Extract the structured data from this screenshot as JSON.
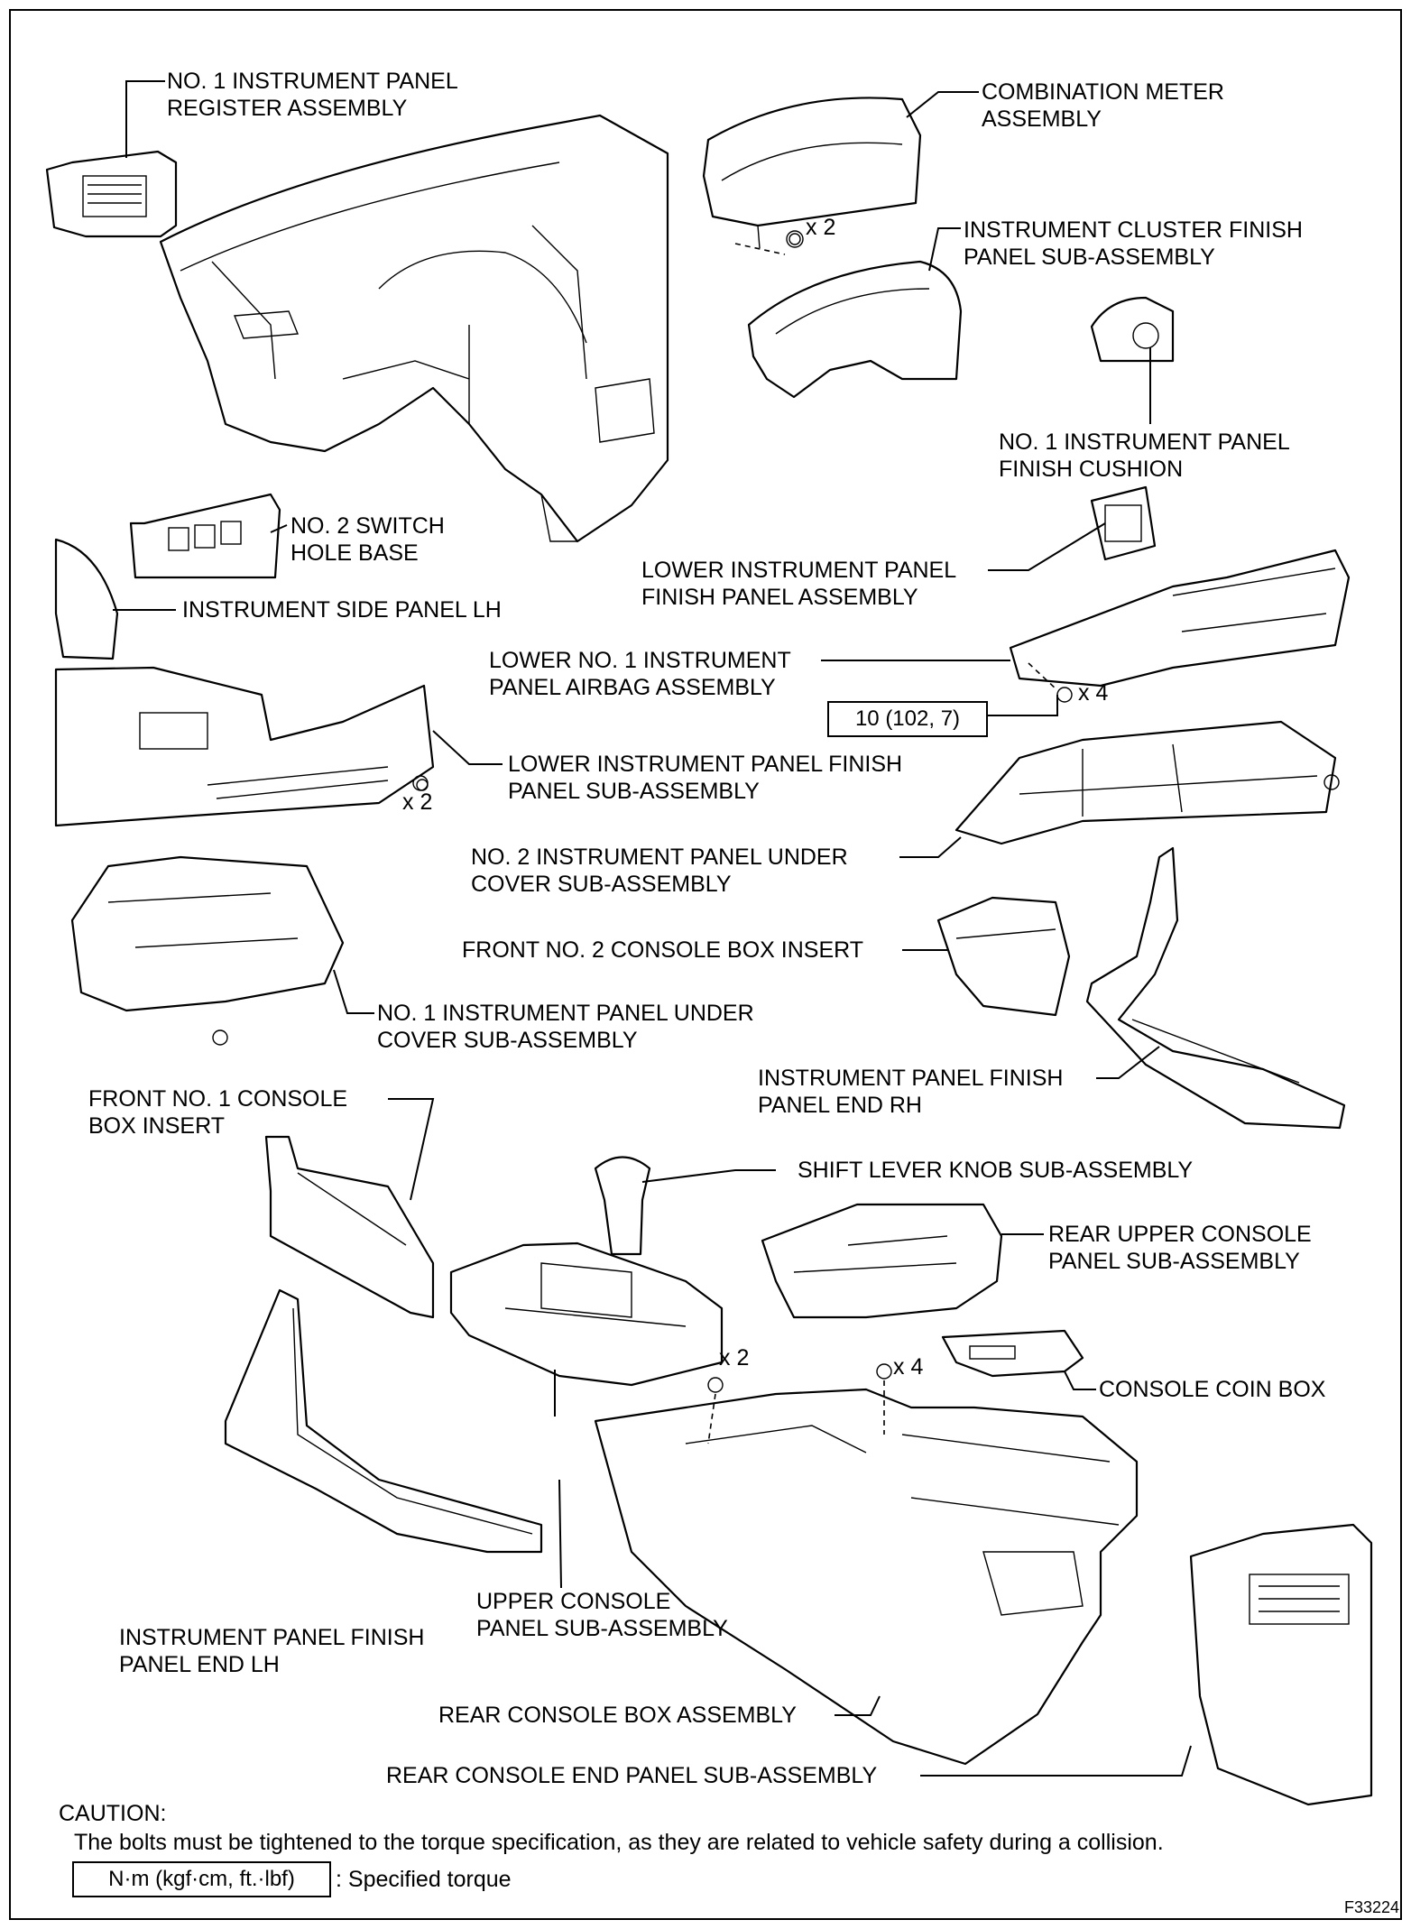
{
  "labels": {
    "register": [
      "NO. 1 INSTRUMENT PANEL",
      "REGISTER ASSEMBLY"
    ],
    "meter": [
      "COMBINATION METER",
      "ASSEMBLY"
    ],
    "cluster_finish": [
      "INSTRUMENT CLUSTER FINISH",
      "PANEL SUB-ASSEMBLY"
    ],
    "finish_cushion": [
      "NO. 1 INSTRUMENT PANEL",
      "FINISH CUSHION"
    ],
    "switch_hole": [
      "NO. 2 SWITCH",
      "HOLE BASE"
    ],
    "lower_finish_panel_assy": [
      "LOWER INSTRUMENT PANEL",
      "FINISH PANEL ASSEMBLY"
    ],
    "side_panel_lh": [
      "INSTRUMENT SIDE PANEL LH"
    ],
    "knee_airbag": [
      "LOWER NO. 1 INSTRUMENT",
      "PANEL AIRBAG ASSEMBLY"
    ],
    "lower_finish_panel_sub": [
      "LOWER INSTRUMENT PANEL FINISH",
      "PANEL SUB-ASSEMBLY"
    ],
    "no2_under_cover": [
      "NO. 2 INSTRUMENT PANEL UNDER",
      "COVER SUB-ASSEMBLY"
    ],
    "front_no2_insert": [
      "FRONT NO. 2 CONSOLE BOX INSERT"
    ],
    "no1_under_cover": [
      "NO. 1 INSTRUMENT PANEL UNDER",
      "COVER SUB-ASSEMBLY"
    ],
    "finish_end_rh": [
      "INSTRUMENT PANEL FINISH",
      "PANEL END RH"
    ],
    "front_no1_insert": [
      "FRONT NO. 1 CONSOLE",
      "BOX INSERT"
    ],
    "shift_knob": [
      "SHIFT LEVER KNOB SUB-ASSEMBLY"
    ],
    "rear_upper_console": [
      "REAR UPPER CONSOLE",
      "PANEL SUB-ASSEMBLY"
    ],
    "coin_box": [
      "CONSOLE COIN BOX"
    ],
    "upper_console": [
      "UPPER CONSOLE",
      "PANEL SUB-ASSEMBLY"
    ],
    "finish_end_lh": [
      "INSTRUMENT PANEL FINISH",
      "PANEL END LH"
    ],
    "rear_console_box": [
      "REAR CONSOLE BOX ASSEMBLY"
    ],
    "rear_end_panel": [
      "REAR CONSOLE END PANEL SUB-ASSEMBLY"
    ]
  },
  "quantities": {
    "meter_screws": "x 2",
    "airbag_bolts": "x 4",
    "lower_finish_screws": "x 2",
    "console_screws_a": "x 2",
    "console_screws_b": "x 4"
  },
  "torque_spec": "10 (102, 7)",
  "caution": {
    "title": "CAUTION:",
    "text": "The bolts must be tightened to the torque specification, as they are related to vehicle safety during a collision."
  },
  "legend": {
    "unit": "N·m (kgf·cm, ft.·lbf)",
    "description": ": Specified torque"
  },
  "figure_id": "F33224"
}
